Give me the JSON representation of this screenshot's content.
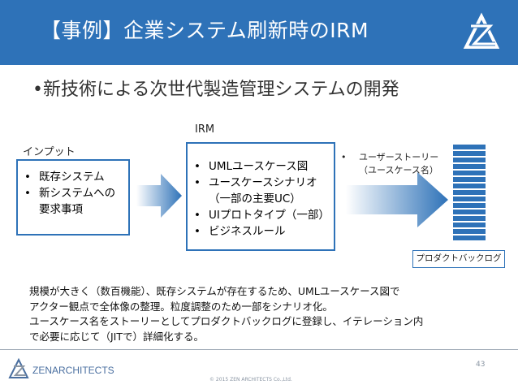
{
  "header": {
    "title": "【事例】企業システム刷新時のIRM",
    "logo_name": "zen-architects-logo-icon"
  },
  "subtitle": "•新技術による次世代製造管理システムの開発",
  "diagram": {
    "input_label": "インプット",
    "irm_label": "IRM",
    "input_items": [
      "既存システム",
      "新システムへの",
      "要求事項"
    ],
    "irm_items": [
      "UMLユースケース図",
      "ユースケースシナリオ",
      "（一部の主要UC）",
      "UIプロトタイプ（一部）",
      "ビジネスルール"
    ],
    "right_note_bullet": "•",
    "right_note_lines": [
      "ユーザーストーリー",
      "（ユースケース名）"
    ],
    "product_backlog_label": "プロダクトバックログ",
    "arrow_color": "#2e72b8"
  },
  "description": [
    "規模が大きく（数百機能）、既存システムが存在するため、UMLユースケース図で",
    "アクター観点で全体像の整理。粒度調整のため一部をシナリオ化。",
    "ユースケース名をストーリーとしてプロダクトバックログに登録し、イテレーション内",
    "で必要に応じて（JITで）詳細化する。"
  ],
  "footer": {
    "logo_text": "ZENARCHITECTS",
    "page_number": "43",
    "copyright": "© 2015 ZEN ARCHITECTS Co.,Ltd."
  },
  "colors": {
    "brand_blue": "#2e72b8",
    "footer_gray": "#8a95a3"
  }
}
